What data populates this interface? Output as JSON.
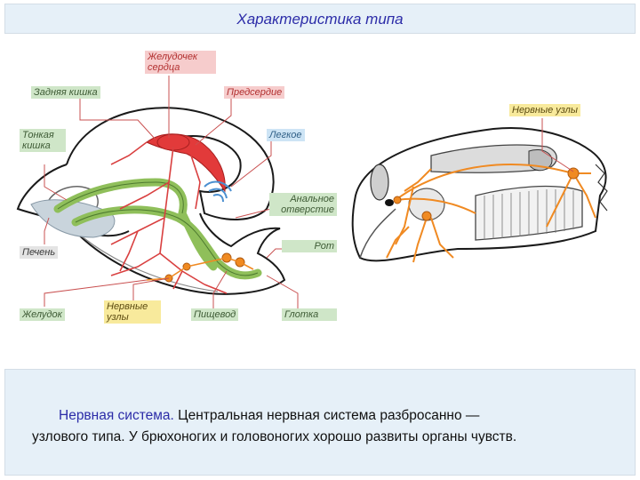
{
  "header": {
    "title": "Характеристика типа"
  },
  "labels": {
    "zheludochek": "Желудочек сердца",
    "zadnyaya": "Задняя кишка",
    "predserdie": "Предсердие",
    "tonkaya": "Тонкая кишка",
    "legkoe": "Легкое",
    "analnoe": "Анальное отверстие",
    "rot": "Рот",
    "pechen": "Печень",
    "zheludok": "Желудок",
    "nervnye_left": "Нервные узлы",
    "pishchevod": "Пищевод",
    "glotka": "Глотка",
    "nervnye_right": "Нервные узлы"
  },
  "description": {
    "term": "Нервная система.",
    "text_line1": " Центральная нервная система разбросанно —",
    "text_line2": "узлового типа. У брюхоногих и головоногих хорошо развиты органы чувств."
  },
  "colors": {
    "header_bg": "#e6f0f8",
    "title_text": "#2c2ca8",
    "heart": "#e23a3a",
    "intestine": "#8fbf5a",
    "nerve": "#f08a22",
    "lung": "#4a8fd0"
  }
}
